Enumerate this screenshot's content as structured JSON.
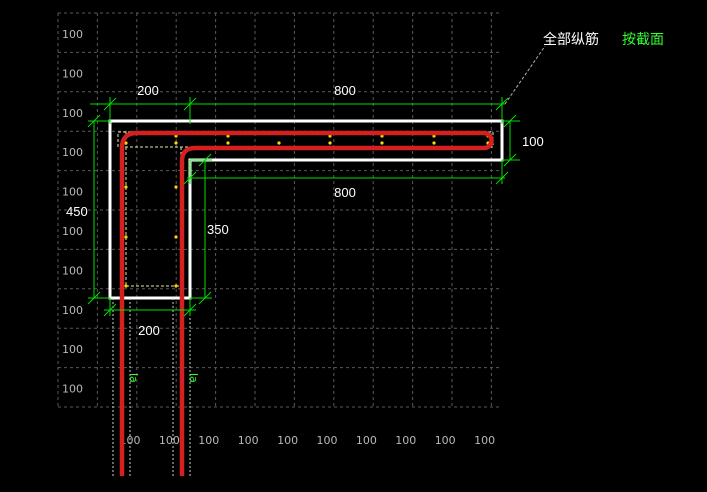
{
  "header": {
    "all_longitudinal_bars": "全部纵筋",
    "by_section": "按截面"
  },
  "grid": {
    "row_labels": [
      "100",
      "100",
      "100",
      "100",
      "100",
      "100",
      "100",
      "100",
      "100",
      "100"
    ],
    "column_labels": [
      "100",
      "100",
      "100",
      "100",
      "100",
      "100",
      "100",
      "100",
      "100",
      "100"
    ]
  },
  "dimensions": {
    "top_left_width": "200",
    "top_right_length": "800",
    "flange_thickness": "100",
    "inner_length": "800",
    "total_height": "450",
    "web_height": "350",
    "bottom_width": "200"
  },
  "anchorage": {
    "left_label": "la",
    "right_label": "la"
  },
  "colors": {
    "background": "#000000",
    "grid": "#5a5a5a",
    "outline": "#ffffff",
    "dimension": "#00e000",
    "rebar": "#d42020",
    "stirrup": "#e8e8a0",
    "link_text": "#33ff33"
  }
}
